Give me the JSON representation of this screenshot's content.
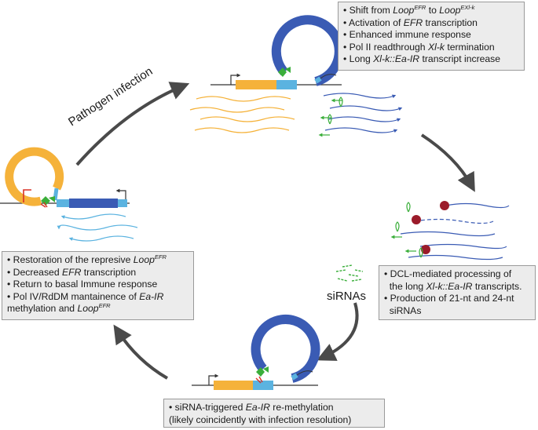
{
  "boxes": {
    "top": [
      {
        "bullet": "•",
        "parts": [
          "Shift from ",
          "Loop",
          "EFR",
          " to ",
          "Loop",
          "EXl-k",
          ""
        ]
      },
      {
        "bullet": "•",
        "parts": [
          "Activation of ",
          "EFR",
          " transcription"
        ]
      },
      {
        "bullet": "•",
        "parts": [
          "Enhanced immune response"
        ]
      },
      {
        "bullet": "•",
        "parts": [
          "Pol II readthrough ",
          "Xl-k",
          " termination"
        ]
      },
      {
        "bullet": "•",
        "parts": [
          "Long ",
          "Xl-k::Ea-IR",
          " transcript increase"
        ]
      }
    ],
    "left": [
      {
        "bullet": "•",
        "parts": [
          "Restoration of the represive ",
          "Loop",
          "EFR",
          ""
        ]
      },
      {
        "bullet": "•",
        "parts": [
          "Decreased ",
          "EFR",
          " transcription"
        ]
      },
      {
        "bullet": "•",
        "parts": [
          "Return to basal Immune response"
        ]
      },
      {
        "bullet": "•",
        "parts": [
          "Pol IV/RdDM mantainence of ",
          "Ea-IR",
          ""
        ]
      },
      {
        "bullet": "",
        "parts": [
          "methylation and ",
          "Loop",
          "EFR",
          ""
        ]
      }
    ],
    "right": [
      {
        "bullet": "•",
        "parts": [
          "DCL-mediated processing of"
        ]
      },
      {
        "bullet": "",
        "parts": [
          "the long ",
          "Xl-k::Ea-IR",
          " transcripts."
        ]
      },
      {
        "bullet": "•",
        "parts": [
          "Production of 21-nt and 24-nt"
        ]
      },
      {
        "bullet": "",
        "parts": [
          "siRNAs"
        ]
      }
    ],
    "bottom": [
      {
        "bullet": "•",
        "parts": [
          "siRNA-triggered ",
          "Ea-IR",
          " re-methylation"
        ]
      },
      {
        "bullet": "",
        "parts": [
          "(likely coincidently with infection resolution)"
        ]
      }
    ]
  },
  "labels": {
    "pathogen": "Pathogen infection",
    "sirnas": "siRNAs"
  },
  "colors": {
    "efr_gene": "#f5b23a",
    "xlk_gene": "#3a5bb4",
    "linker": "#5bb3e0",
    "methylation_mark": "#d93025",
    "protein_green": "#3aae3a",
    "dcl_red": "#9b1b2a",
    "arrow": "#4a4a4a",
    "box_fill": "#ececec"
  }
}
